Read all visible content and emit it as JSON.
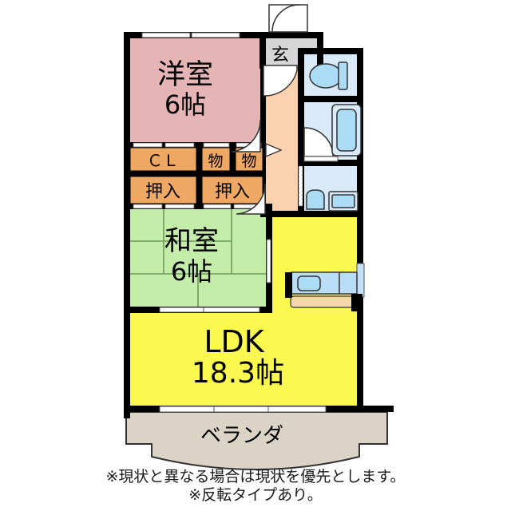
{
  "plan": {
    "type": "japanese-floor-plan",
    "unit": "帖",
    "rooms": [
      {
        "id": "western-room",
        "label_line1": "洋室",
        "label_line2": "6帖",
        "size": "6",
        "color": "#e5b4b4",
        "kind": "bedroom"
      },
      {
        "id": "japanese-room",
        "label_line1": "和室",
        "label_line2": "6帖",
        "size": "6",
        "color": "#c4edaa",
        "kind": "tatami"
      },
      {
        "id": "ldk",
        "label_line1": "LDK",
        "label_line2": "18.3帖",
        "size": "18.3",
        "color": "#fbf94f",
        "kind": "living-dining-kitchen"
      },
      {
        "id": "balcony",
        "label_line1": "ベランダ",
        "label_line2": "",
        "size": "",
        "color": "#dcd3c7",
        "kind": "balcony"
      },
      {
        "id": "entrance",
        "label_line1": "玄",
        "label_line2": "",
        "size": "",
        "color": "#d6d6d6",
        "kind": "entrance"
      },
      {
        "id": "hallway",
        "label_line1": "",
        "label_line2": "",
        "size": "",
        "color": "#fad3ae",
        "kind": "corridor"
      },
      {
        "id": "toilet",
        "label_line1": "",
        "label_line2": "",
        "size": "",
        "color": "#d9ebfa",
        "kind": "toilet"
      },
      {
        "id": "bath",
        "label_line1": "",
        "label_line2": "",
        "size": "",
        "color": "#d9ebfa",
        "kind": "bathroom"
      },
      {
        "id": "washroom",
        "label_line1": "",
        "label_line2": "",
        "size": "",
        "color": "#d9ebfa",
        "kind": "washroom"
      }
    ],
    "storage": [
      {
        "id": "closet",
        "label": "ＣＬ",
        "color": "#efa863"
      },
      {
        "id": "storage-1",
        "label": "物",
        "color": "#efa863"
      },
      {
        "id": "storage-2",
        "label": "物",
        "color": "#efa863"
      },
      {
        "id": "oshiire-1",
        "label": "押入",
        "color": "#efa863"
      },
      {
        "id": "oshiire-2",
        "label": "押入",
        "color": "#efa863"
      }
    ],
    "colors": {
      "wall": "#000000",
      "western_room": "#e5b4b4",
      "japanese_room": "#c4edaa",
      "ldk": "#fbf94f",
      "balcony": "#dcd3c7",
      "hallway": "#fad3ae",
      "water_area": "#d9ebfa",
      "fixture": "#aadcf5",
      "fixture_light": "#b9ddf7",
      "storage": "#efa863",
      "entrance_tile": "#d6d6d6",
      "counter": "#f3d6ab",
      "window": "#ffffff",
      "text": "#000000"
    }
  },
  "labels": {
    "western_room": "洋室",
    "western_room_size": "6帖",
    "japanese_room": "和室",
    "japanese_room_size": "6帖",
    "ldk": "LDK",
    "ldk_size": "18.3帖",
    "balcony": "ベランダ",
    "entrance": "玄",
    "closet": "ＣＬ",
    "storage_small_1": "物",
    "storage_small_2": "物",
    "oshiire_1": "押入",
    "oshiire_2": "押入"
  },
  "footer": {
    "line1": "※現状と異なる場合は現状を優先とします。",
    "line2": "※反転タイプあり。"
  }
}
